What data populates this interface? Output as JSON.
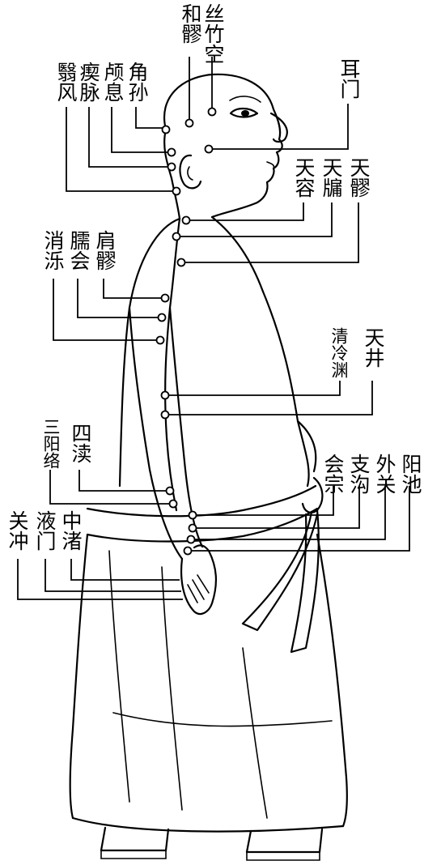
{
  "labels": {
    "hegu": "和髎",
    "sizhukong": "丝竹空",
    "jiaosun": "角孙",
    "luxi": "颅息",
    "chimai": "瘈脉",
    "yifeng": "翳风",
    "ermen": "耳门",
    "tianliao": "天髎",
    "tianyou": "天牖",
    "tianrong": "天容",
    "jianliao": "肩髎",
    "naohui": "臑会",
    "xiaoluo": "消泺",
    "tianjing": "天井",
    "qinglengyuan": "清冷渊",
    "sidu": "四渎",
    "sanyangluo": "三阳络",
    "huizong": "会宗",
    "zhigou": "支沟",
    "waiguan": "外关",
    "yangchi": "阳池",
    "zhongzhu": "中渚",
    "yemen": "液门",
    "guanchong": "关冲"
  }
}
